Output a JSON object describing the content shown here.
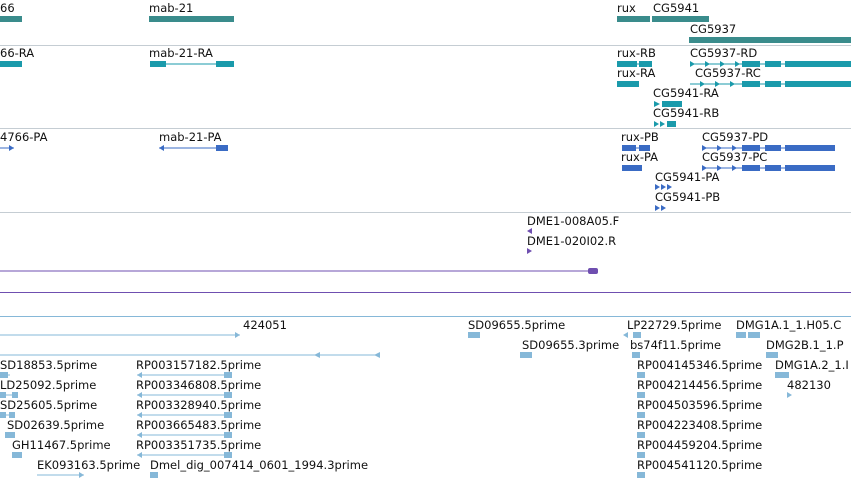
{
  "colors": {
    "gene": "#3a8c8c",
    "transcript": "#1a9aab",
    "protein": "#3a6bc4",
    "clone": "#6f4fb0",
    "est": "#86b8d8",
    "divider": "#c5cdd3"
  },
  "tracks": {
    "genes": {
      "g66": "66",
      "mab21": "mab-21",
      "rux": "rux",
      "cg5941": "CG5941",
      "cg5937": "CG5937"
    },
    "transcripts": {
      "t66ra": "66-RA",
      "mab21ra": "mab-21-RA",
      "ruxrb": "rux-RB",
      "ruxra": "rux-RA",
      "cg5937rd": "CG5937-RD",
      "cg5937rc": "CG5937-RC",
      "cg5941ra": "CG5941-RA",
      "cg5941rb": "CG5941-RB"
    },
    "proteins": {
      "p4766pa": "4766-PA",
      "mab21pa": "mab-21-PA",
      "ruxpb": "rux-PB",
      "ruxpa": "rux-PA",
      "cg5937pd": "CG5937-PD",
      "cg5937pc": "CG5937-PC",
      "cg5941pa": "CG5941-PA",
      "cg5941pb": "CG5941-PB"
    },
    "clones": {
      "c1": "DME1-008A05.F",
      "c2": "DME1-020I02.R"
    },
    "ests": {
      "e424051": "424051",
      "sd09655_5": "SD09655.5prime",
      "lp22729": "LP22729.5prime",
      "dmg1a_h05": "DMG1A.1_1.H05.C",
      "sd09655_3": "SD09655.3prime",
      "bs74f11": "bs74f11.5prime",
      "dmg2b": "DMG2B.1_1.P",
      "sd18853": "SD18853.5prime",
      "rp003157182": "RP003157182.5prime",
      "rp004145346": "RP004145346.5prime",
      "dmg1a2": "DMG1A.2_1.I",
      "ld25092": "LD25092.5prime",
      "rp003346808": "RP003346808.5prime",
      "rp004214456": "RP004214456.5prime",
      "e482130": "482130",
      "sd25605": "SD25605.5prime",
      "rp003328940": "RP003328940.5prime",
      "rp004503596": "RP004503596.5prime",
      "sd02639": "SD02639.5prime",
      "rp003665483": "RP003665483.5prime",
      "rp004223408": "RP004223408.5prime",
      "gh11467": "GH11467.5prime",
      "rp003351735": "RP003351735.5prime",
      "rp004459204": "RP004459204.5prime",
      "ek093163": "EK093163.5prime",
      "dmel_dig": "Dmel_dig_007414_0601_1994.3prime",
      "rp004541120": "RP004541120.5prime"
    }
  }
}
